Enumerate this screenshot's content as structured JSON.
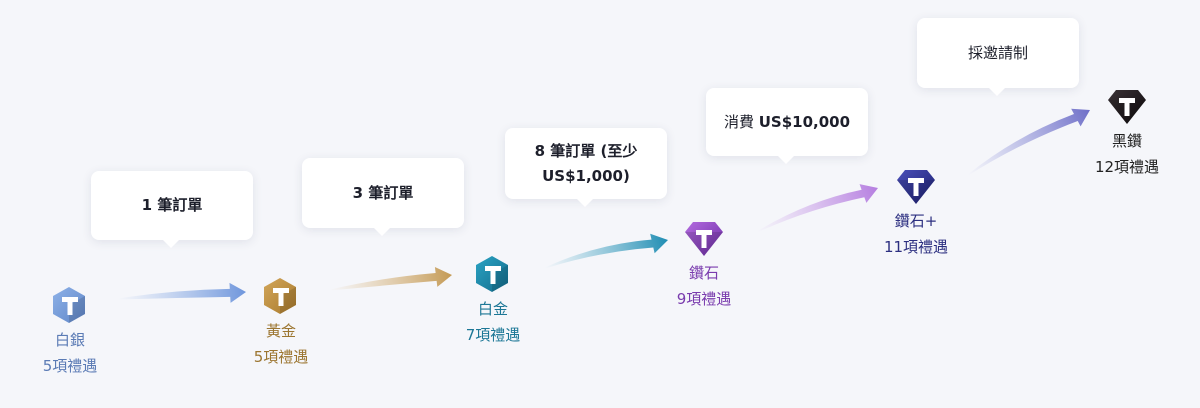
{
  "tiers": [
    {
      "name": "白銀",
      "benefits": "5項禮遇",
      "color": "#5b7bb5",
      "icon": "hexagon-t-icon"
    },
    {
      "name": "黃金",
      "benefits": "5項禮遇",
      "color": "#9c7631",
      "icon": "hexagon-t-icon"
    },
    {
      "name": "白金",
      "benefits": "7項禮遇",
      "color": "#1c7796",
      "icon": "hexagon-t-icon"
    },
    {
      "name": "鑽石",
      "benefits": "9項禮遇",
      "color": "#7a3cae",
      "icon": "diamond-t-icon"
    },
    {
      "name": "鑽石+",
      "benefits": "11項禮遇",
      "color": "#2c2f80",
      "icon": "diamond-t-icon"
    },
    {
      "name": "黑鑽",
      "benefits": "12項禮遇",
      "color": "#222222",
      "icon": "diamond-t-icon"
    }
  ],
  "requirements": [
    {
      "line1": "1 筆訂單"
    },
    {
      "line1": "3 筆訂單"
    },
    {
      "line1": "8 筆訂單 (至少",
      "line2": "US$1,000)"
    },
    {
      "prefix": "消費 ",
      "amount": "US$10,000"
    },
    {
      "line1": "採邀請制"
    }
  ]
}
